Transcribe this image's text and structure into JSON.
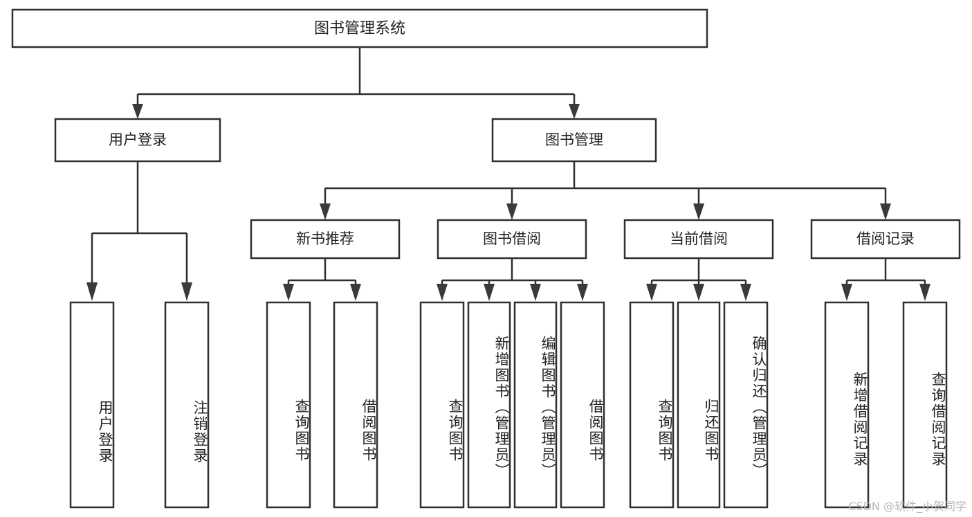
{
  "diagram": {
    "type": "tree",
    "title": "图书管理系统",
    "root": {
      "id": "root",
      "label": "图书管理系统"
    },
    "level2": [
      {
        "id": "user-login",
        "label": "用户登录"
      },
      {
        "id": "book-management",
        "label": "图书管理"
      }
    ],
    "level3": [
      {
        "id": "new-book-recommend",
        "label": "新书推荐",
        "parent": "book-management"
      },
      {
        "id": "book-borrow",
        "label": "图书借阅",
        "parent": "book-management"
      },
      {
        "id": "current-borrow",
        "label": "当前借阅",
        "parent": "book-management"
      },
      {
        "id": "borrow-record",
        "label": "借阅记录",
        "parent": "book-management"
      }
    ],
    "leaves": {
      "user-login": [
        {
          "id": "leaf-user-login",
          "label": "用户登录"
        },
        {
          "id": "leaf-user-logout",
          "label": "注销登录"
        }
      ],
      "new-book-recommend": [
        {
          "id": "leaf-query-book-1",
          "label": "查询图书"
        },
        {
          "id": "leaf-borrow-book-1",
          "label": "借阅图书"
        }
      ],
      "book-borrow": [
        {
          "id": "leaf-query-book-2",
          "label": "查询图书"
        },
        {
          "id": "leaf-add-book",
          "label": "新增图书（管理员）"
        },
        {
          "id": "leaf-edit-book",
          "label": "编辑图书（管理员）"
        },
        {
          "id": "leaf-borrow-book-2",
          "label": "借阅图书"
        }
      ],
      "current-borrow": [
        {
          "id": "leaf-query-book-3",
          "label": "查询图书"
        },
        {
          "id": "leaf-return-book",
          "label": "归还图书"
        },
        {
          "id": "leaf-confirm-return",
          "label": "确认归还（管理员）"
        }
      ],
      "borrow-record": [
        {
          "id": "leaf-add-record",
          "label": "新增借阅记录"
        },
        {
          "id": "leaf-query-record",
          "label": "查询借阅记录"
        }
      ]
    }
  },
  "watermark": {
    "text": "CSDN @软件_小贺同学"
  },
  "colors": {
    "stroke": "#2f2f2f",
    "fill": "#ffffff",
    "text": "#222222",
    "watermark": "#b9b9b9"
  }
}
